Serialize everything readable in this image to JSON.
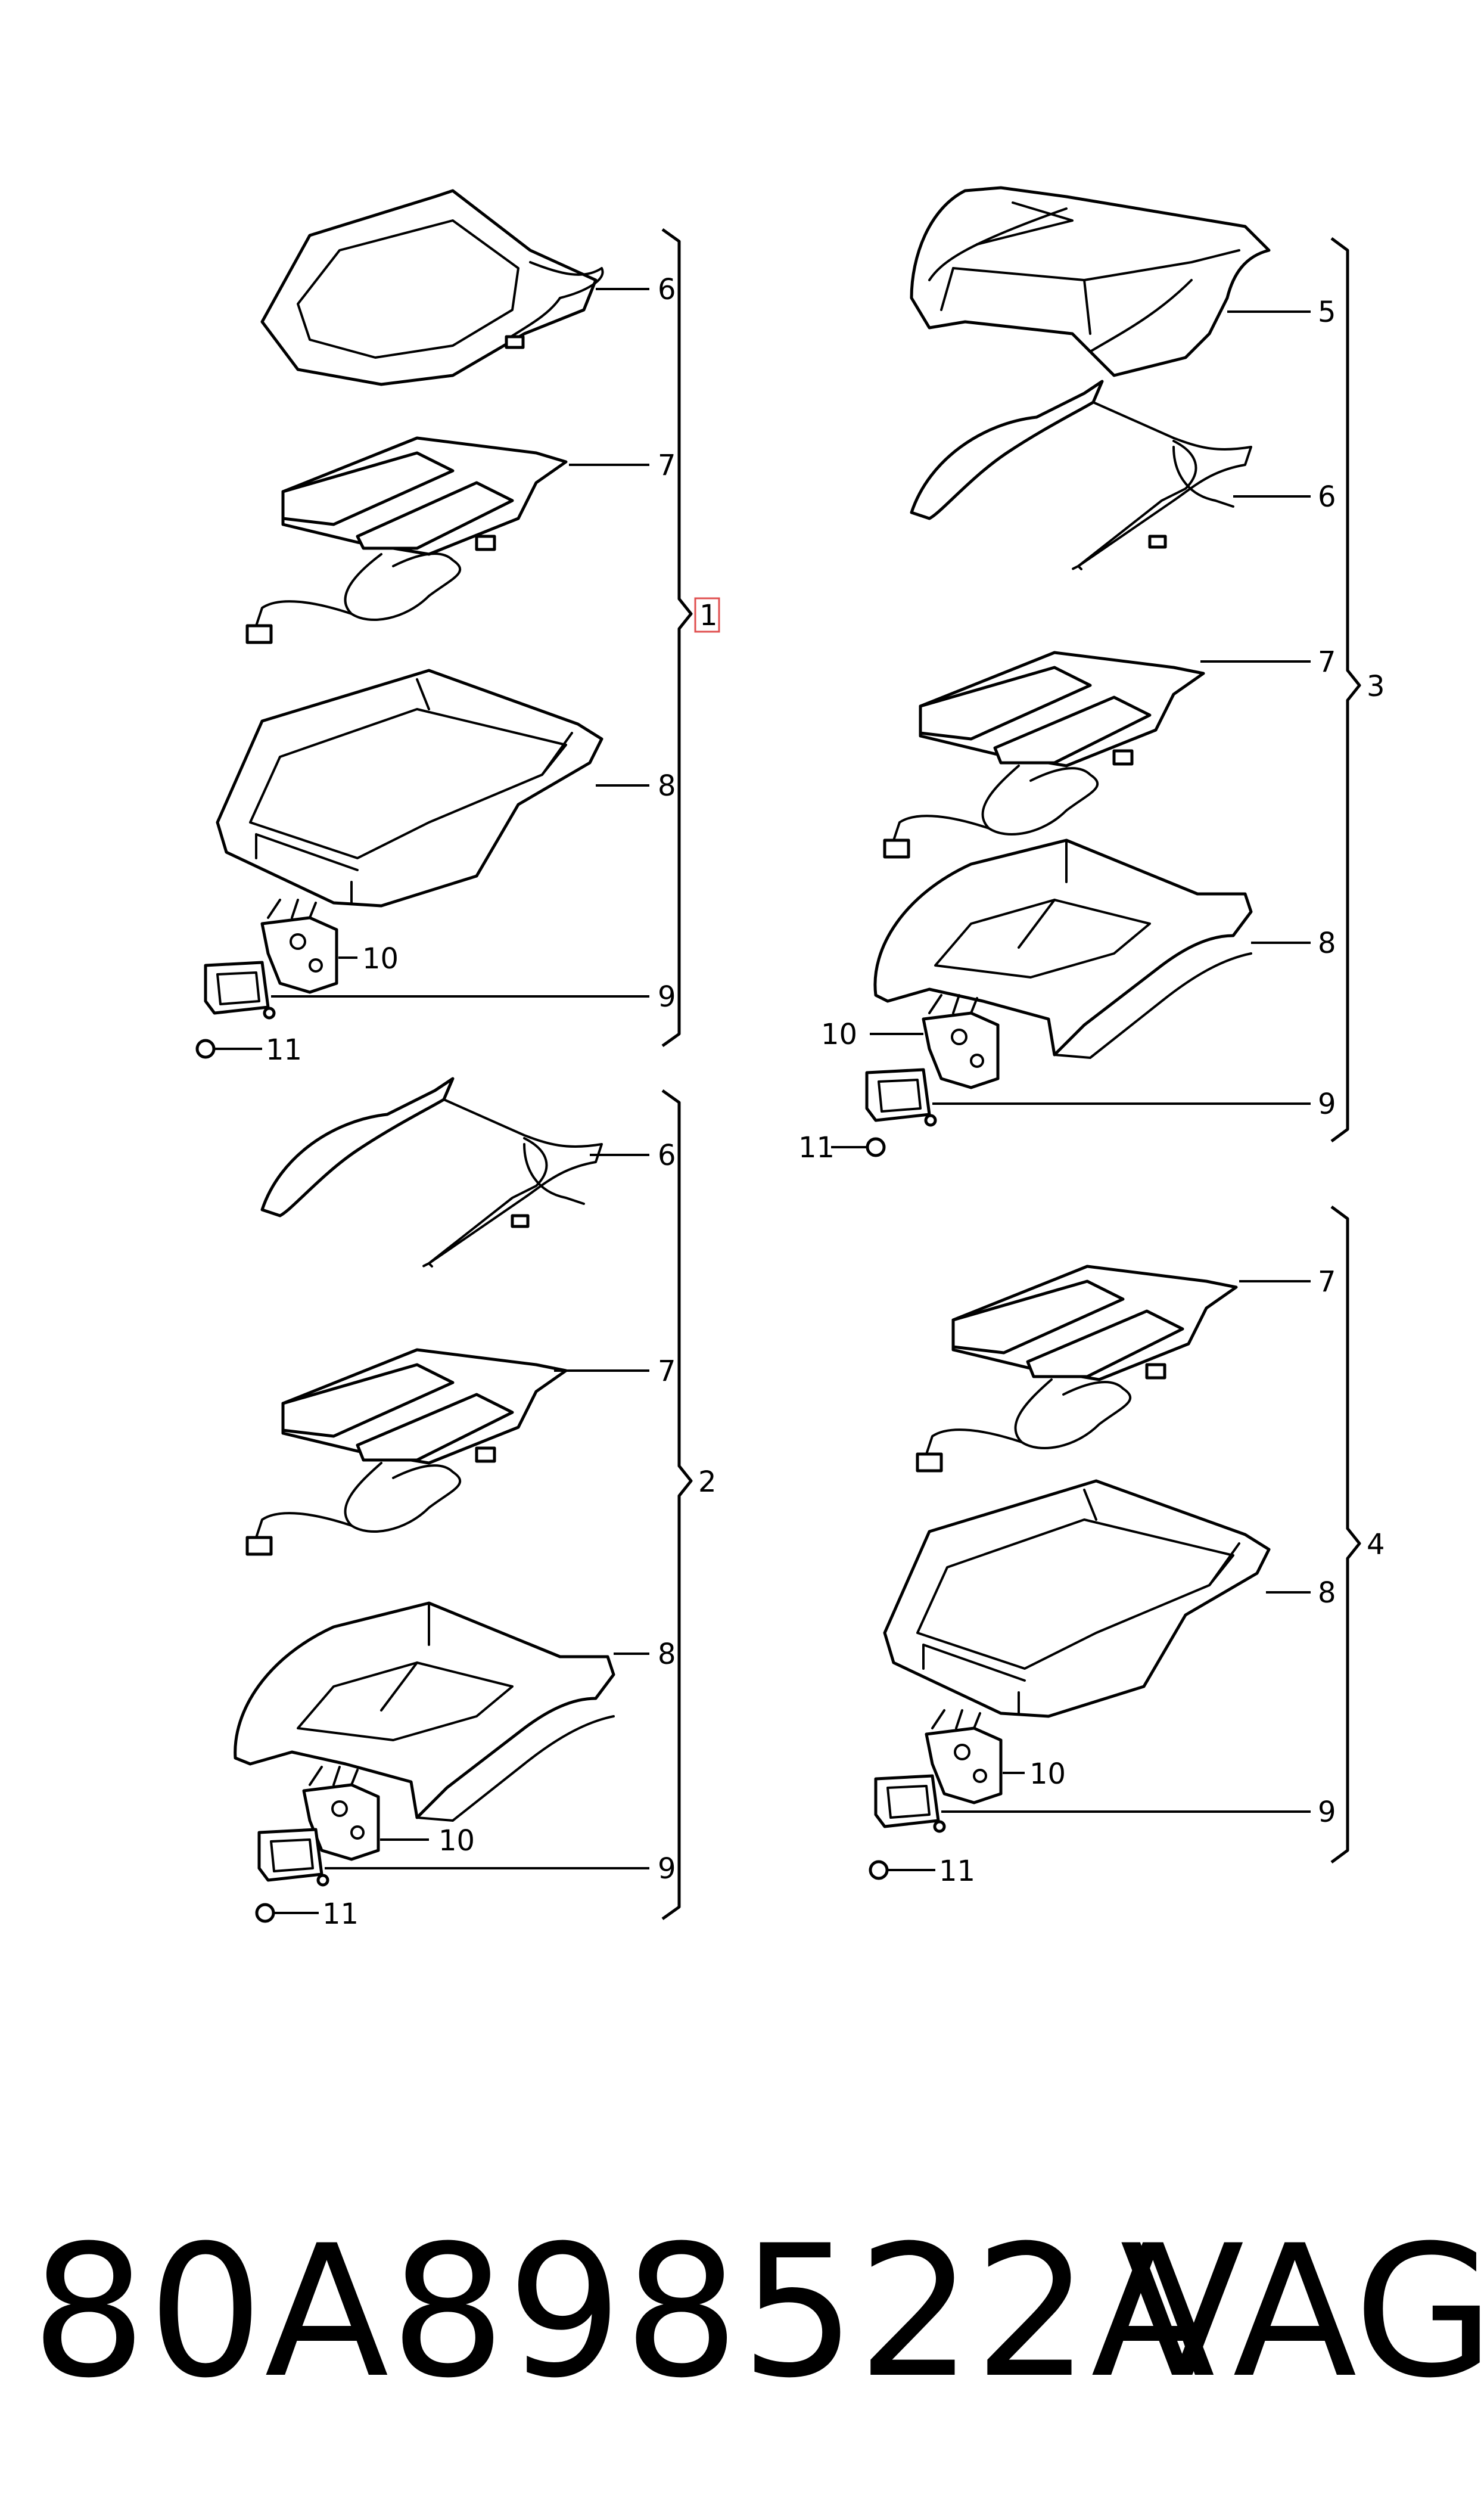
{
  "groups": [
    {
      "label": "1",
      "highlighted": true,
      "items": [
        "6",
        "7",
        "8",
        "10",
        "9",
        "11"
      ]
    },
    {
      "label": "2",
      "items": [
        "6",
        "7",
        "8",
        "10",
        "9",
        "11"
      ]
    },
    {
      "label": "3",
      "items": [
        "5",
        "6",
        "7",
        "8",
        "10",
        "9",
        "11"
      ]
    },
    {
      "label": "4",
      "items": [
        "7",
        "8",
        "10",
        "9",
        "11"
      ]
    }
  ],
  "footer": {
    "part_number": "80A898522A",
    "brand": "VAG"
  },
  "colors": {
    "highlight": "#e05050",
    "line": "#000000"
  }
}
